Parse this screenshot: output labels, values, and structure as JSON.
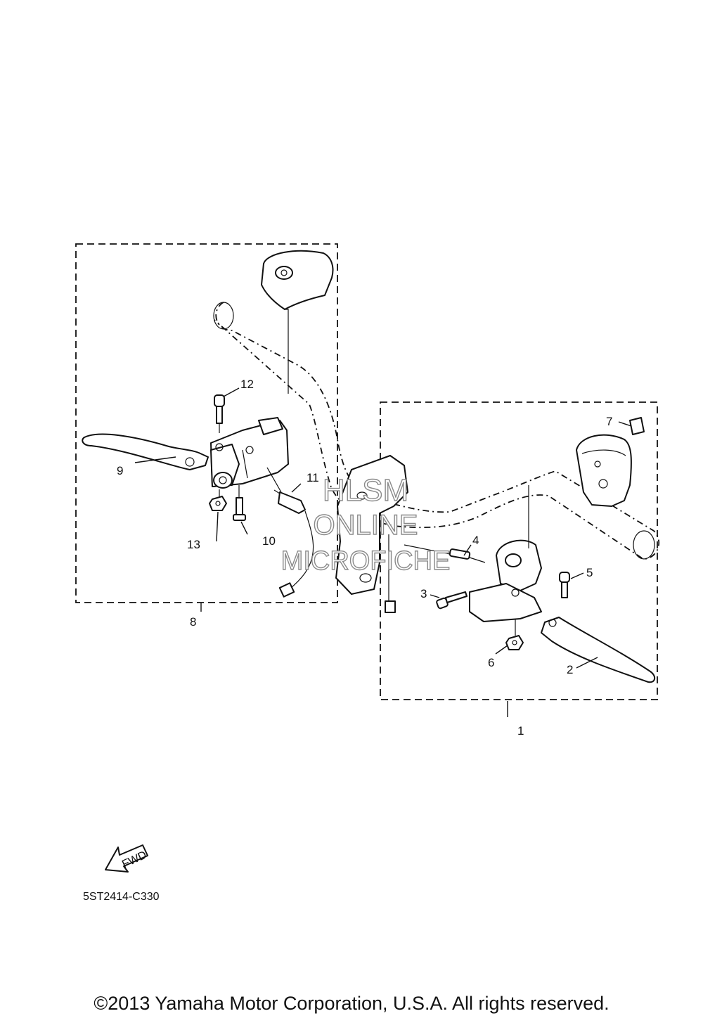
{
  "diagram": {
    "callouts": [
      "1",
      "2",
      "3",
      "4",
      "5",
      "6",
      "7",
      "8",
      "9",
      "10",
      "11",
      "12",
      "13"
    ],
    "watermark": [
      "HLSM",
      "ONLINE",
      "MICROFICHE"
    ],
    "fwd_label": "FWD",
    "drawing_code": "5ST2414-C330",
    "copyright": "©2013 Yamaha Motor Corporation, U.S.A. All rights reserved."
  }
}
